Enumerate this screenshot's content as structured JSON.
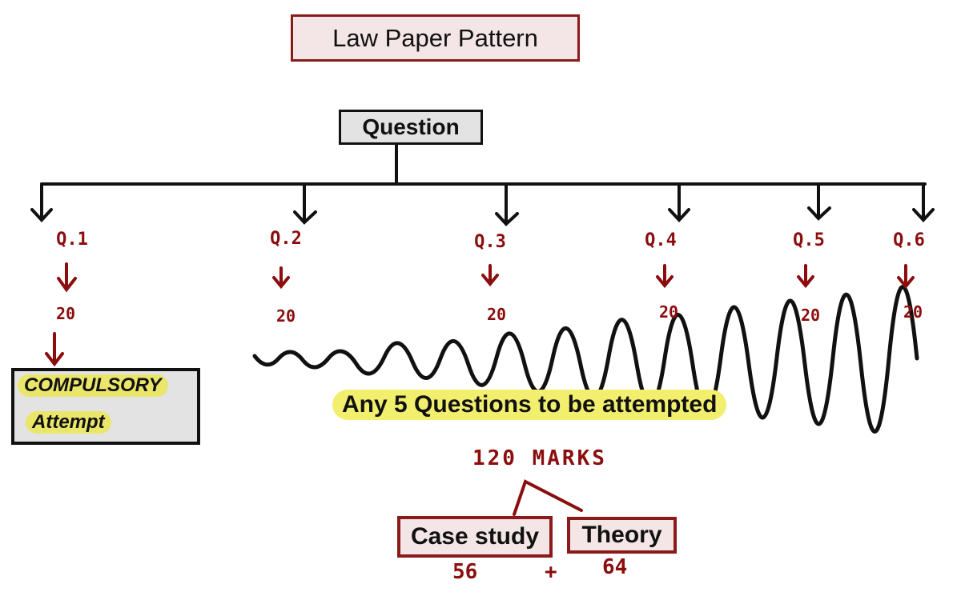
{
  "title": "Law Paper Pattern",
  "root": "Question",
  "questions": [
    {
      "label": "Q.1",
      "marks": "20"
    },
    {
      "label": "Q.2",
      "marks": "20"
    },
    {
      "label": "Q.3",
      "marks": "20"
    },
    {
      "label": "Q.4",
      "marks": "20"
    },
    {
      "label": "Q.5",
      "marks": "20"
    },
    {
      "label": "Q.6",
      "marks": "20"
    }
  ],
  "compulsory": {
    "line1": "COMPULSORY",
    "line2": "Attempt"
  },
  "optional_note": "Any 5 Questions to be attempted",
  "total": "120 MARKS",
  "split": {
    "case_study": {
      "label": "Case study",
      "marks": "56"
    },
    "plus": "+",
    "theory": {
      "label": "Theory",
      "marks": "64"
    }
  },
  "colors": {
    "accent_red": "#8b1a1a",
    "highlight": "#f2ef6e",
    "box_gray": "#e3e3e3"
  }
}
